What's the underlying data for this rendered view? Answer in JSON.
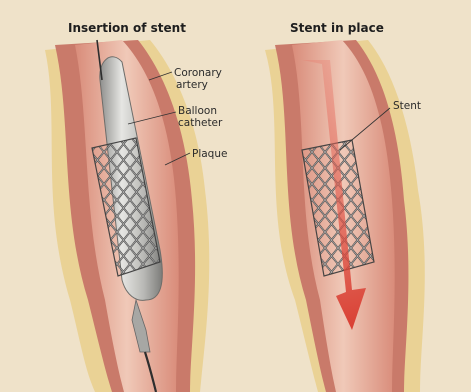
{
  "panels": [
    {
      "title": "Insertion of stent",
      "labels": {
        "coronary_artery": [
          "Coronary",
          "artery"
        ],
        "balloon_catheter": [
          "Balloon",
          "catheter"
        ],
        "plaque": "Plaque"
      }
    },
    {
      "title": "Stent in place",
      "labels": {
        "stent": "Stent"
      }
    }
  ],
  "colors": {
    "background": "#efe2c9",
    "artery_wall": "#c97a6a",
    "vessel_interior": "#e7b8a6",
    "plaque": "#e9cf8c",
    "balloon": "#c9c9c6",
    "stent_mesh": "#3f3f3f",
    "blood_flow_arrow": "#dd4a3c"
  }
}
